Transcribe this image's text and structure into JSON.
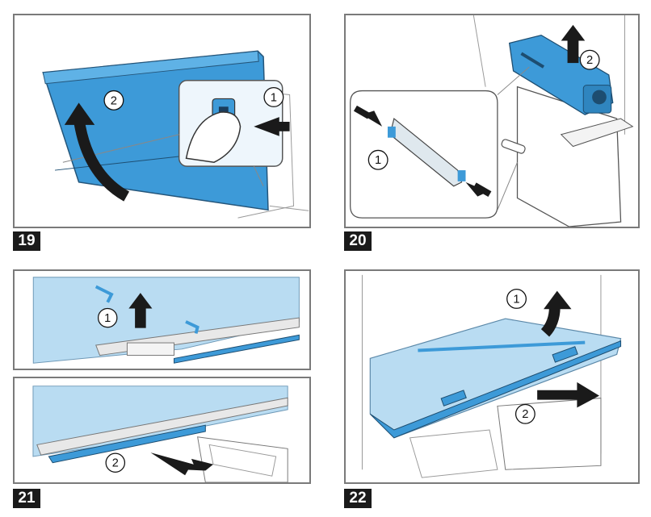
{
  "figures": [
    {
      "number": "19",
      "callouts": [
        "1",
        "2"
      ]
    },
    {
      "number": "20",
      "callouts": [
        "1",
        "2"
      ]
    },
    {
      "number": "21",
      "callouts": [
        "1",
        "2"
      ]
    },
    {
      "number": "22",
      "callouts": [
        "1",
        "2"
      ]
    }
  ],
  "colors": {
    "part_blue": "#3d9ad8",
    "glass_blue": "#b9dcf2",
    "line": "#555555",
    "label_bg": "#1a1a1a"
  }
}
